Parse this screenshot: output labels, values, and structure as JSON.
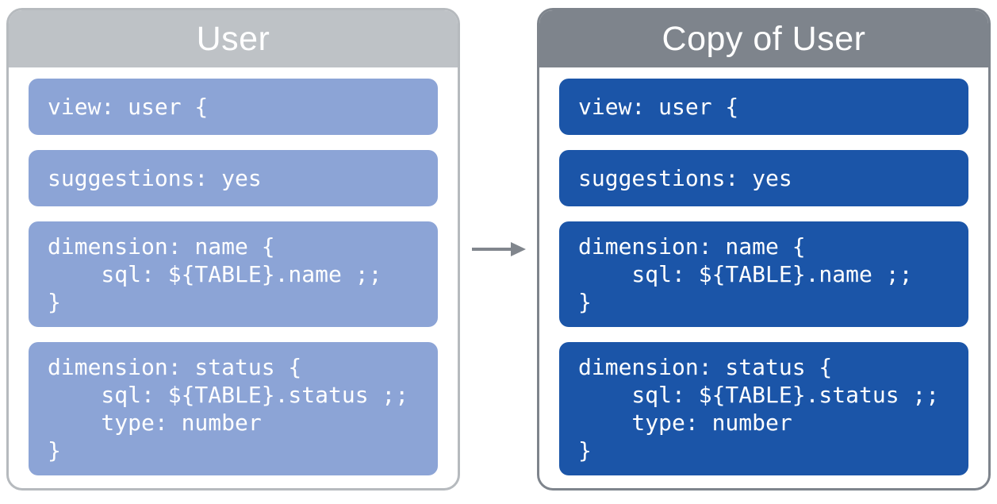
{
  "page": {
    "background_color": "#ffffff"
  },
  "arrow": {
    "direction": "right",
    "color": "#81868d"
  },
  "panels": [
    {
      "title": "User",
      "header_color": "#bec2c6",
      "border_color": "#b6babe",
      "block_color": "#8ca4d6",
      "text_color": "#ffffff",
      "blocks": [
        {
          "lines": [
            "view: user {"
          ]
        },
        {
          "lines": [
            "suggestions: yes"
          ]
        },
        {
          "lines": [
            "dimension: name {",
            "    sql: ${TABLE}.name ;;",
            "}"
          ]
        },
        {
          "lines": [
            "dimension: status {",
            "    sql: ${TABLE}.status ;;",
            "    type: number",
            "}"
          ]
        }
      ]
    },
    {
      "title": "Copy of User",
      "header_color": "#7e848c",
      "border_color": "#7e848c",
      "block_color": "#1b55a8",
      "text_color": "#ffffff",
      "blocks": [
        {
          "lines": [
            "view: user {"
          ]
        },
        {
          "lines": [
            "suggestions: yes"
          ]
        },
        {
          "lines": [
            "dimension: name {",
            "    sql: ${TABLE}.name ;;",
            "}"
          ]
        },
        {
          "lines": [
            "dimension: status {",
            "    sql: ${TABLE}.status ;;",
            "    type: number",
            "}"
          ]
        }
      ]
    }
  ]
}
